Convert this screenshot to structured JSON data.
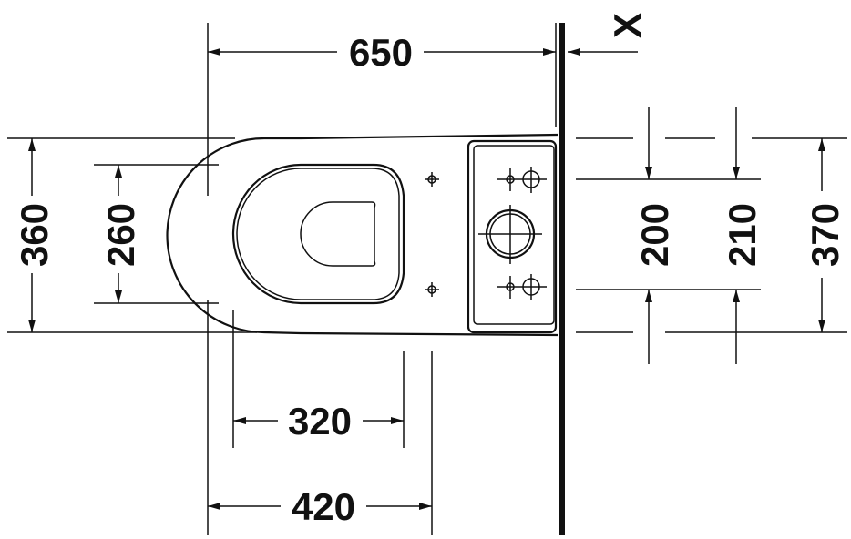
{
  "dimensions": {
    "overall_depth": "650",
    "wall_gap": "X",
    "bowl_width": "360",
    "seat_width": "260",
    "fixing_spacing": "200",
    "fixing_spacing_outer": "210",
    "tank_width": "370",
    "bolt_distance": "320",
    "bolt_distance_outer": "420"
  },
  "colors": {
    "line": "#111111",
    "background": "#ffffff"
  }
}
